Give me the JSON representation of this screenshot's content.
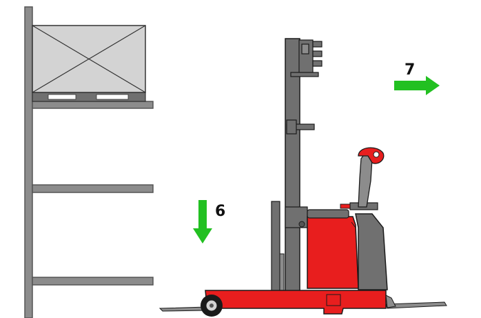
{
  "steps": [
    {
      "number": "6",
      "direction": "down",
      "icon": "arrow-down-icon"
    },
    {
      "number": "7",
      "direction": "right",
      "icon": "arrow-right-icon"
    }
  ],
  "colors": {
    "arrow": "#22c021",
    "rack": "#8c8c8c",
    "rack_outline": "#555555",
    "load": "#d3d3d3",
    "forklift_body": "#e81e1e",
    "forklift_mast": "#707070",
    "outline": "#1a1a1a"
  },
  "objects": {
    "rack": "storage-rack",
    "load": "palletized-load",
    "vehicle": "reach-truck-forklift"
  }
}
